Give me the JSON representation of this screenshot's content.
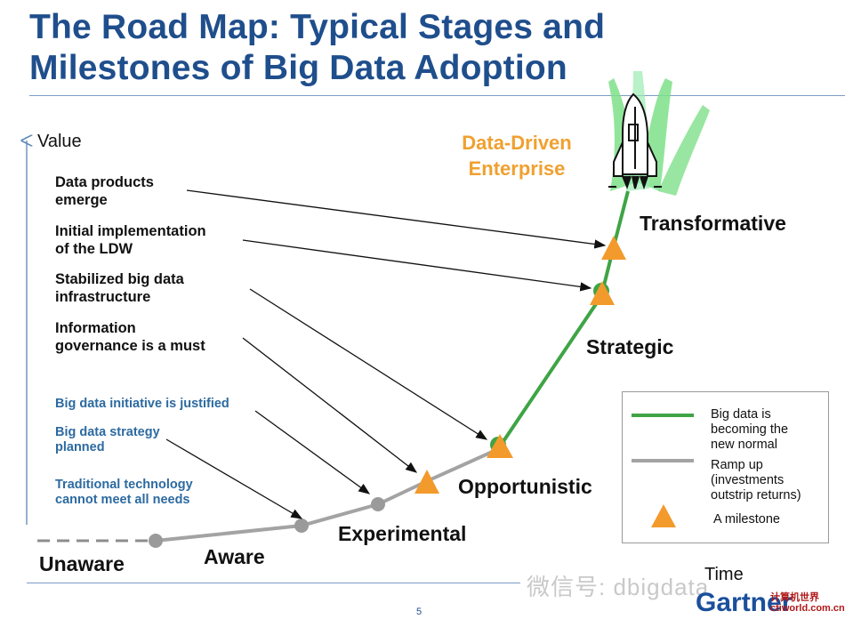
{
  "title": {
    "line1": "The Road Map: Typical Stages and",
    "line2": "Milestones of Big Data Adoption"
  },
  "axis": {
    "y_label": "Value",
    "x_label": "Time"
  },
  "goal": {
    "line1": "Data-Driven",
    "line2": "Enterprise"
  },
  "stages": {
    "unaware": "Unaware",
    "aware": "Aware",
    "experimental": "Experimental",
    "opportunistic": "Opportunistic",
    "strategic": "Strategic",
    "transformative": "Transformative"
  },
  "annotations": [
    {
      "line1": "Data products",
      "line2": "emerge"
    },
    {
      "line1": "Initial implementation",
      "line2": "of the LDW"
    },
    {
      "line1": "Stabilized big data",
      "line2": "infrastructure"
    },
    {
      "line1": "Information",
      "line2": "governance is a must"
    },
    {
      "line1": "Big data initiative is justified",
      "line2": ""
    },
    {
      "line1": "Big data strategy",
      "line2": "planned"
    },
    {
      "line1": "Traditional technology",
      "line2": "cannot meet all needs"
    }
  ],
  "legend": {
    "green_text": "Big data is\nbecoming the\nnew normal",
    "gray_text": "Ramp up\n(investments\noutstrip returns)",
    "milestone_text": "A milestone"
  },
  "colors": {
    "title": "#1f4e8c",
    "green_line": "#3fa445",
    "gray_line": "#a3a3a3",
    "milestone": "#f39a2c",
    "goal_text": "#f0a030",
    "annotation_blue": "#2c6aa0"
  },
  "footer": {
    "page_number": "5",
    "brand": "Gartner",
    "watermark": "微信号: dbigdata",
    "stamp_line1": "计算机世界",
    "stamp_line2": "ctiworld.com.cn"
  }
}
